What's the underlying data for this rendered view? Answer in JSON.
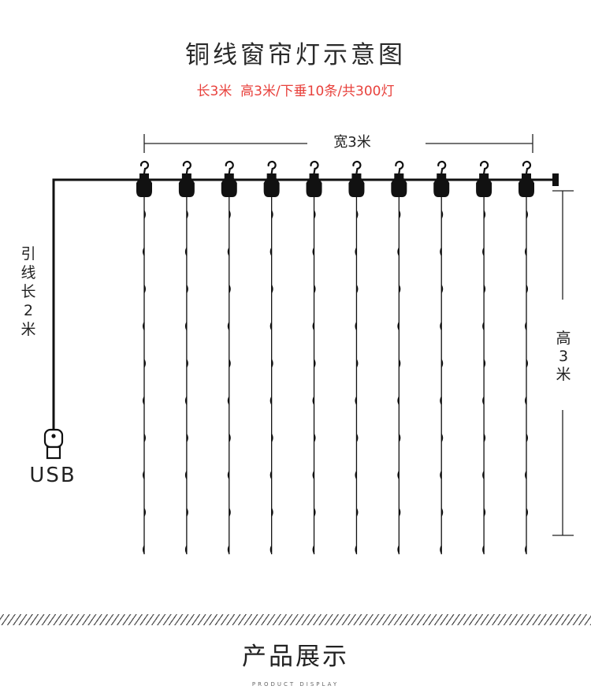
{
  "title": "铜线窗帘灯示意图",
  "subtitle_parts": [
    "长3米",
    "高3米/下垂10条/共300灯"
  ],
  "labels": {
    "width": "宽3米",
    "height": "高\n3\n米",
    "lead": "引\n线\n长\n2\n米",
    "usb": "USB"
  },
  "section": {
    "title": "产品展示",
    "subtitle": "PRODUCT DISPLAY"
  },
  "strands": 10,
  "lights_per_strand": 10,
  "colors": {
    "accent": "#e8413c",
    "line": "#111111"
  },
  "icons": [
    "hook-icon",
    "light-bulb-icon",
    "usb-plug-icon",
    "end-cap-icon"
  ]
}
